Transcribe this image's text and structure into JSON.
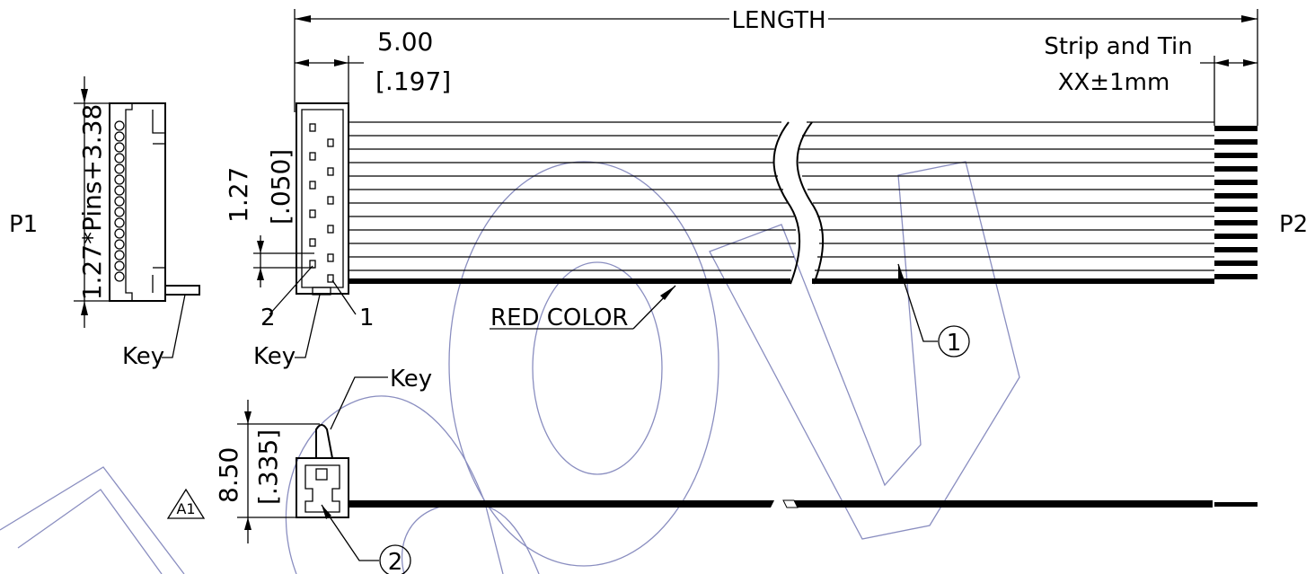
{
  "labels": {
    "length": "LENGTH",
    "dim_500": "5.00",
    "dim_197": "[.197]",
    "strip_line1": "Strip and Tin",
    "strip_line2": "XX±1mm",
    "p1": "P1",
    "p2": "P2",
    "pitch_formula": "1.27*Pins+3.38",
    "pitch": "1.27",
    "pitch_inch": "[.050]",
    "key_p1": "Key",
    "key_conn": "Key",
    "key_side": "Key",
    "pin_2": "2",
    "pin_1": "1",
    "red_color": "RED COLOR",
    "callout_1": "1",
    "callout_2": "2",
    "height": "8.50",
    "height_inch": "[.335]",
    "rev": "A1"
  },
  "colors": {
    "line": "#000000",
    "watermark": "#8a8ec0",
    "background": "#ffffff"
  }
}
